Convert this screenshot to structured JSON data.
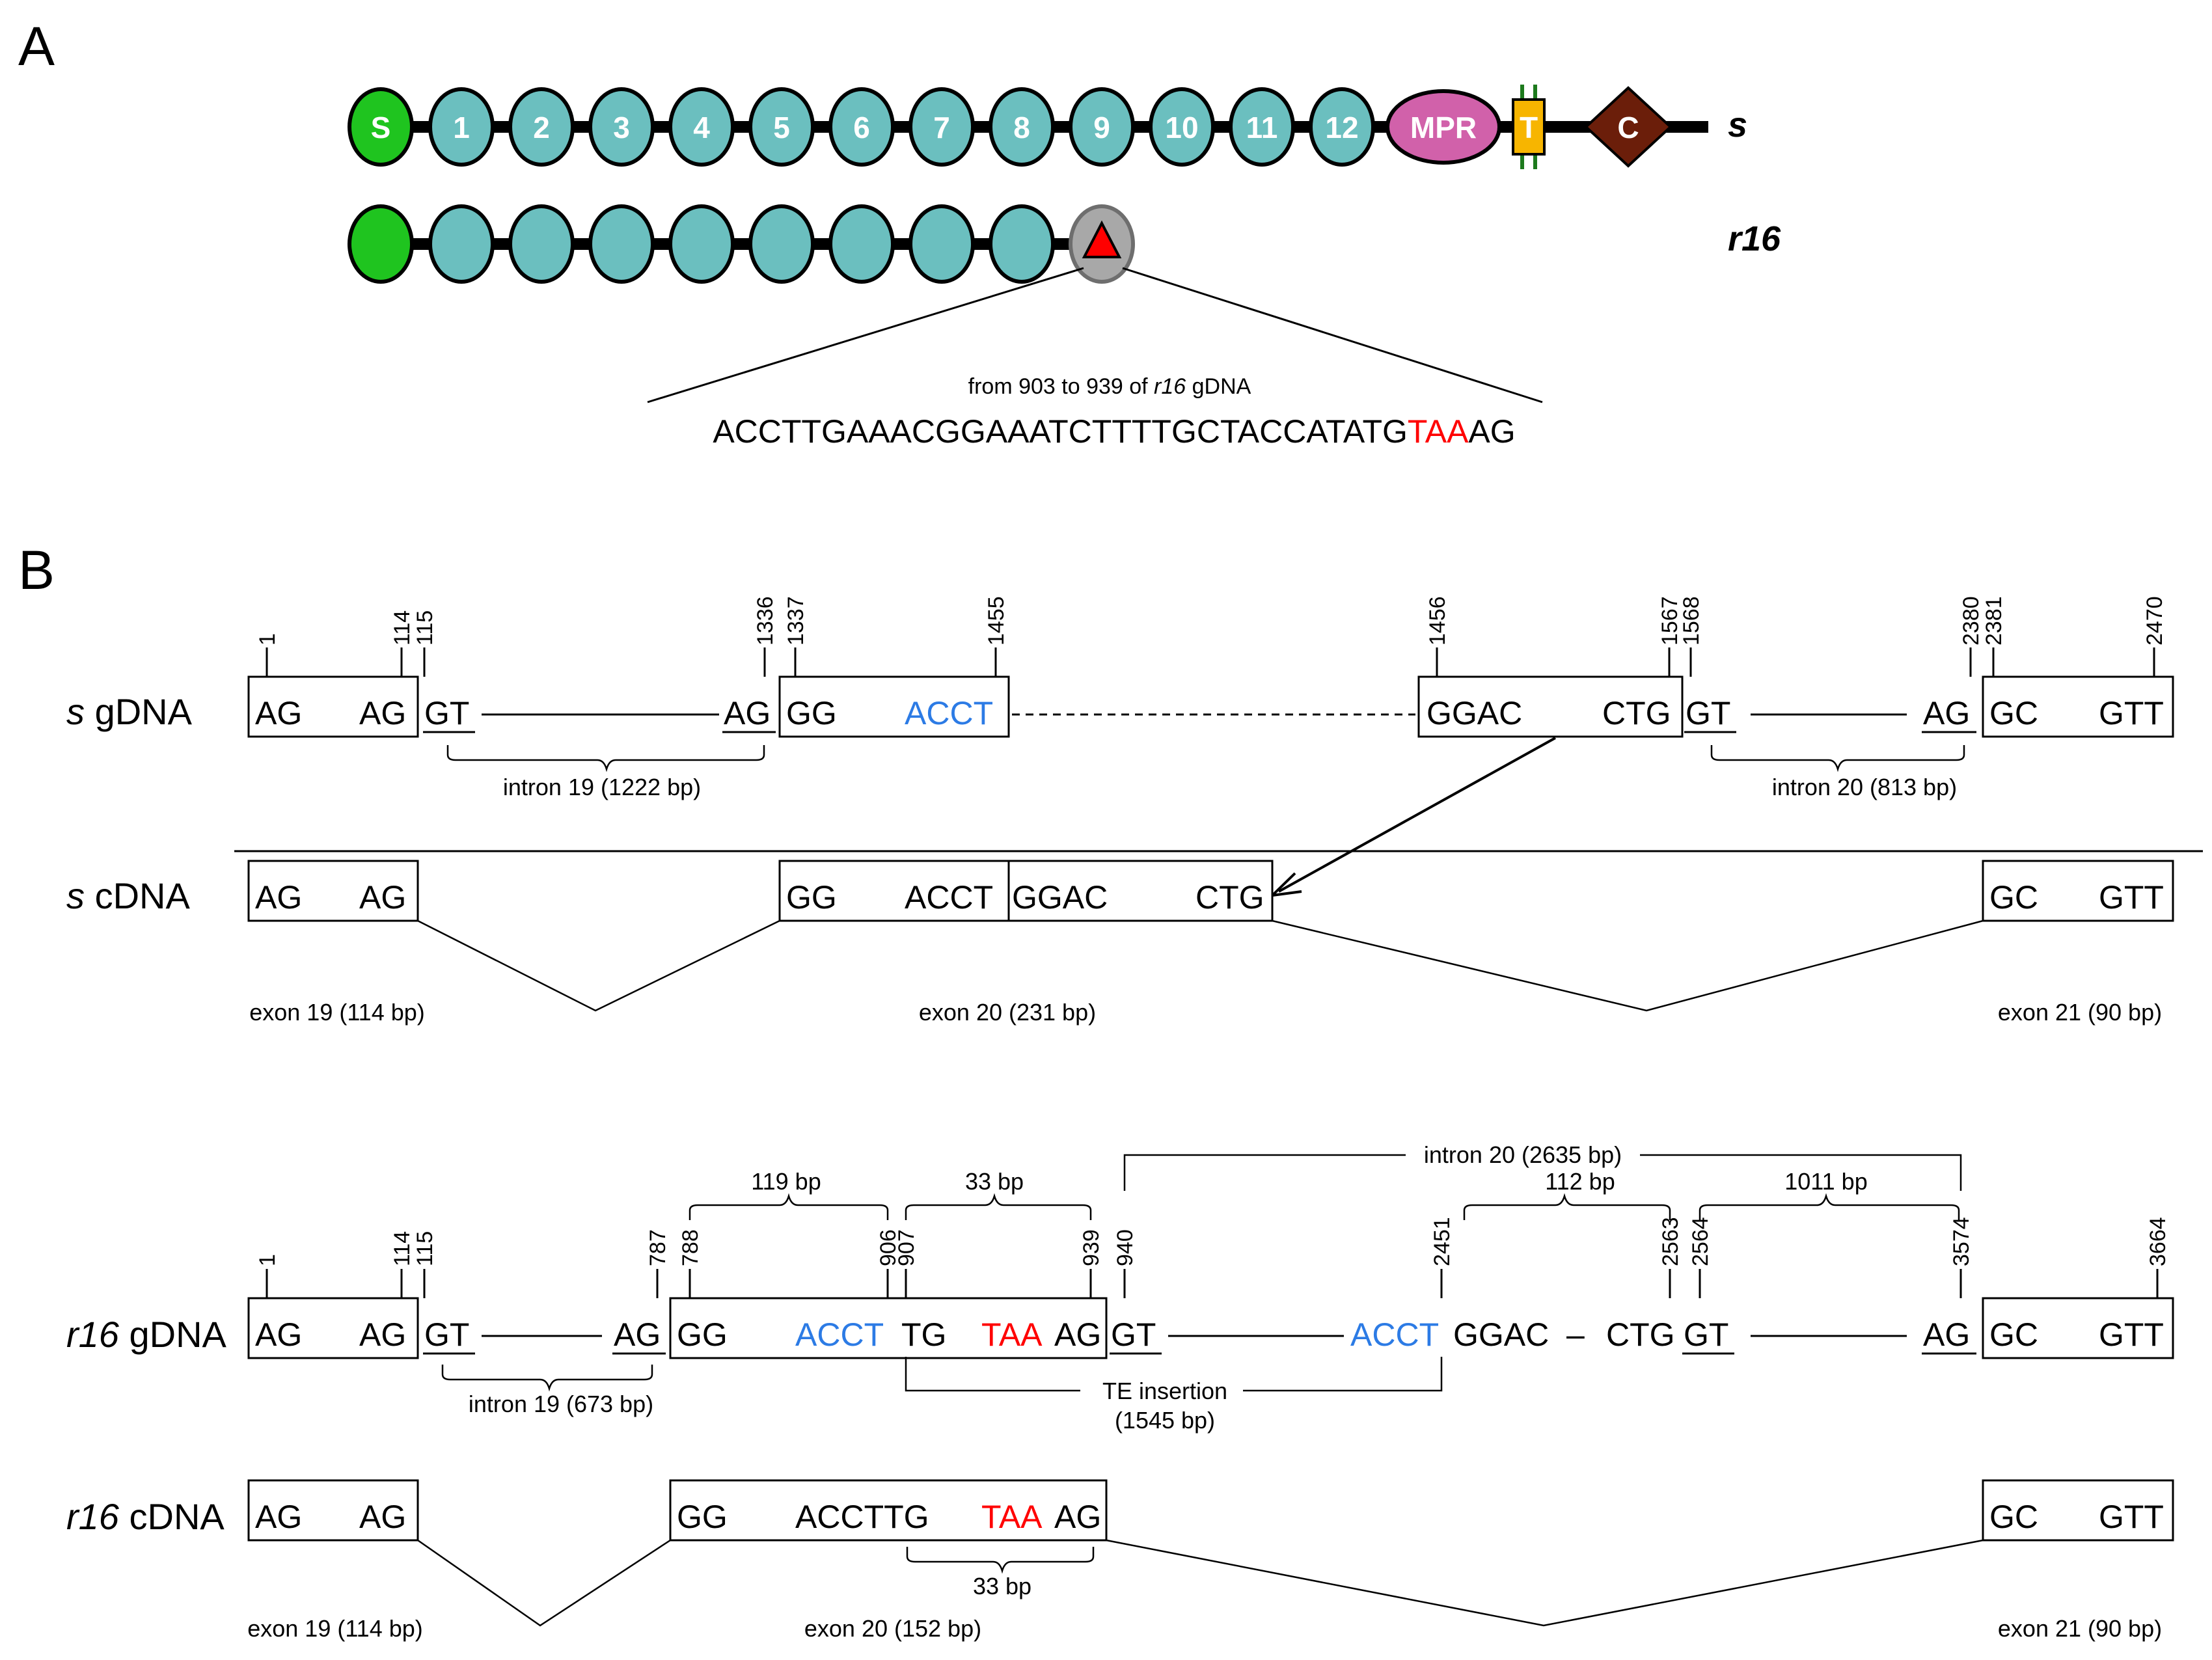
{
  "panels": {
    "a": "A",
    "b": "B"
  },
  "protein": {
    "s_label": "s",
    "r16_label": "r16",
    "domains": {
      "signal": "S",
      "repeats": [
        "1",
        "2",
        "3",
        "4",
        "5",
        "6",
        "7",
        "8",
        "9",
        "10",
        "11",
        "12"
      ],
      "mpr": "MPR",
      "tm": "T",
      "cyto": "C"
    },
    "colors": {
      "signal": "#1fc41f",
      "repeat": "#6bbfbf",
      "mpr": "#d161aa",
      "tm": "#f7b500",
      "cyto": "#6b1e0a",
      "truncated": "#a8a8a8",
      "stop_marker": "#ff0000"
    },
    "callout_title": "from 903 to 939 of",
    "callout_title_italic": "r16",
    "callout_title_tail": "gDNA",
    "callout_seq_black": "ACCTTGAAACGGAAATCTTTTGCTACCATATG",
    "callout_seq_red": "TAA",
    "callout_seq_tail": "AG"
  },
  "s_gdna": {
    "label_italic": "s",
    "label": "gDNA",
    "seq": {
      "e19_start": "AG",
      "e19_end": "AG",
      "i19_start": "GT",
      "i19_end": "AG",
      "e20a_start": "GG",
      "e20a_end": "ACCT",
      "e20b_start": "GGAC",
      "e20b_end": "CTG",
      "i20_start": "GT",
      "i20_end": "AG",
      "e21_start": "GC",
      "e21_end": "GTT"
    },
    "positions": [
      "1",
      "114",
      "115",
      "1336",
      "1337",
      "1455",
      "1456",
      "1567",
      "1568",
      "2380",
      "2381",
      "2470"
    ],
    "intron19": "intron 19 (1222 bp)",
    "intron20": "intron 20 (813 bp)"
  },
  "s_cdna": {
    "label_italic": "s",
    "label": "cDNA",
    "seq": {
      "a1": "AG",
      "a2": "AG",
      "b1": "GG",
      "b2": "ACCT",
      "c1": "GGAC",
      "c2": "CTG",
      "d1": "GC",
      "d2": "GTT"
    },
    "exon19": "exon 19 (114 bp)",
    "exon20": "exon 20 (231 bp)",
    "exon21": "exon 21 (90 bp)"
  },
  "r16_gdna": {
    "label_italic": "r16",
    "label": "gDNA",
    "seq": {
      "e19_start": "AG",
      "e19_end": "AG",
      "i19_start": "GT",
      "i19_end": "AG",
      "e20_start": "GG",
      "acct1": "ACCT",
      "tg": "TG",
      "taa": "TAA",
      "ag": "AG",
      "gt2": "GT",
      "acct2": "ACCT",
      "ggac": "GGAC",
      "dash": "–",
      "ctg": "CTG",
      "gt3": "GT",
      "i20_end": "AG",
      "e21_start": "GC",
      "e21_end": "GTT"
    },
    "positions": [
      "1",
      "114",
      "115",
      "787",
      "788",
      "906",
      "907",
      "939",
      "940",
      "2451",
      "2563",
      "2564",
      "3574",
      "3664"
    ],
    "b119": "119 bp",
    "b33": "33 bp",
    "b112": "112 bp",
    "b1011": "1011 bp",
    "intron20": "intron 20 (2635 bp)",
    "intron19": "intron 19 (673 bp)",
    "te1": "TE insertion",
    "te2": "(1545 bp)"
  },
  "r16_cdna": {
    "label_italic": "r16",
    "label": "cDNA",
    "seq": {
      "a1": "AG",
      "a2": "AG",
      "b1": "GG",
      "b2": "ACCTTG",
      "b3": "TAA",
      "b4": "AG",
      "d1": "GC",
      "d2": "GTT"
    },
    "b33": "33 bp",
    "exon19": "exon 19 (114 bp)",
    "exon20": "exon 20 (152 bp)",
    "exon21": "exon 21 (90 bp)"
  }
}
